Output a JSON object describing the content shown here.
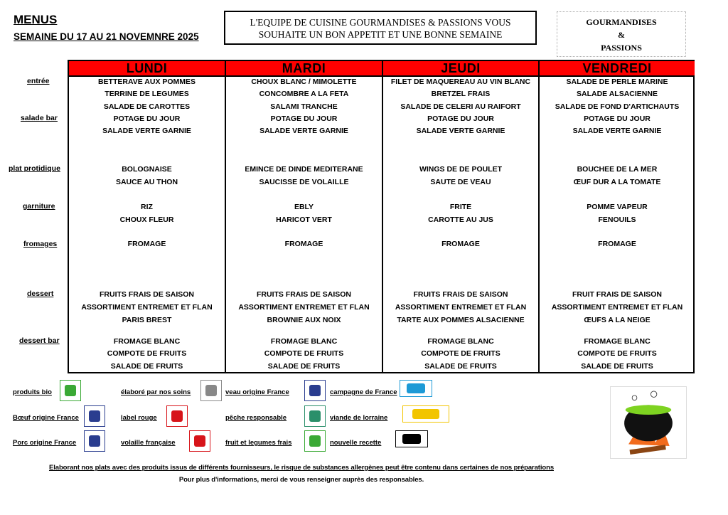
{
  "header": {
    "title": "MENUS",
    "week": "SEMAINE DU 17 AU 21 NOVEMNRE 2025",
    "banner_line1": "L'EQUIPE DE CUISINE GOURMANDISES & PASSIONS VOUS",
    "banner_line2": "SOUHAITE UN BON APPETIT ET UNE BONNE SEMAINE",
    "logo_line1": "GOURMANDISES",
    "logo_line2": "&",
    "logo_line3": "PASSIONS"
  },
  "row_labels": [
    "entrée",
    "salade bar",
    "plat protidique",
    "garniture",
    "fromages",
    "dessert",
    "dessert bar"
  ],
  "days": [
    {
      "name": "LUNDI",
      "items": [
        "BETTERAVE AUX POMMES",
        "TERRINE DE LEGUMES",
        "SALADE DE CAROTTES",
        "POTAGE DU JOUR",
        "SALADE VERTE GARNIE",
        "BOLOGNAISE",
        "SAUCE AU THON",
        "RIZ",
        "CHOUX FLEUR",
        "FROMAGE",
        "FRUITS FRAIS DE SAISON",
        "ASSORTIMENT ENTREMET ET FLAN",
        "PARIS BREST",
        "FROMAGE BLANC",
        "COMPOTE DE FRUITS",
        "SALADE DE FRUITS"
      ]
    },
    {
      "name": "MARDI",
      "items": [
        "CHOUX BLANC / MIMOLETTE",
        "CONCOMBRE A LA FETA",
        "SALAMI TRANCHE",
        "POTAGE DU JOUR",
        "SALADE VERTE GARNIE",
        "EMINCE DE DINDE MEDITERANE",
        "SAUCISSE DE VOLAILLE",
        "EBLY",
        "HARICOT VERT",
        "FROMAGE",
        "FRUITS FRAIS DE SAISON",
        "ASSORTIMENT ENTREMET ET FLAN",
        "BROWNIE AUX NOIX",
        "FROMAGE BLANC",
        "COMPOTE DE FRUITS",
        "SALADE DE FRUITS"
      ]
    },
    {
      "name": "JEUDI",
      "items": [
        "FILET DE MAQUEREAU AU VIN BLANC",
        "BRETZEL FRAIS",
        "SALADE DE CELERI AU RAIFORT",
        "POTAGE DU JOUR",
        "SALADE VERTE GARNIE",
        "WINGS DE DE POULET",
        "SAUTE DE VEAU",
        "FRITE",
        "CAROTTE AU JUS",
        "FROMAGE",
        "FRUITS FRAIS DE SAISON",
        "ASSORTIMENT ENTREMET ET FLAN",
        "TARTE AUX POMMES ALSACIENNE",
        "FROMAGE BLANC",
        "COMPOTE DE FRUITS",
        "SALADE DE FRUITS"
      ]
    },
    {
      "name": "VENDREDI",
      "items": [
        "SALADE DE PERLE MARINE",
        "SALADE ALSACIENNE",
        "SALADE DE FOND D'ARTICHAUTS",
        "POTAGE DU JOUR",
        "SALADE VERTE GARNIE",
        "BOUCHEE DE LA MER",
        "ŒUF DUR A LA TOMATE",
        "POMME VAPEUR",
        "FENOUILS",
        "FROMAGE",
        "FRUIT FRAIS DE SAISON",
        "ASSORTIMENT ENTREMET ET FLAN",
        "ŒUFS A LA NEIGE",
        "FROMAGE BLANC",
        "COMPOTE DE FRUITS",
        "SALADE DE FRUITS"
      ]
    }
  ],
  "legend": [
    {
      "label": "produits bio",
      "icon": "AB",
      "color": "#3aa935"
    },
    {
      "label": "Bœuf origine France",
      "icon": "VBF",
      "color": "#2a3d8f"
    },
    {
      "label": "Porc origine France",
      "icon": "LPF",
      "color": "#2a3d8f"
    },
    {
      "label": "élaboré par nos soins",
      "icon": "FAIT MAISON",
      "color": "#888888"
    },
    {
      "label": "label rouge",
      "icon": "R",
      "color": "#d7141a"
    },
    {
      "label": "volaille française",
      "icon": "VF",
      "color": "#d7141a"
    },
    {
      "label": "veau origine France",
      "icon": "VF",
      "color": "#2a3d8f"
    },
    {
      "label": "pêche responsable",
      "icon": "MSC",
      "color": "#2a8f6a"
    },
    {
      "label": "fruit et legumes frais",
      "icon": "MPP",
      "color": "#3aa935"
    },
    {
      "label": "campagne de France",
      "icon": "Campagne de France",
      "color": "#1e9ad6"
    },
    {
      "label": "viande de lorraine",
      "icon": "QUALITE",
      "color": "#f2c500"
    },
    {
      "label": "nouvelle recette",
      "icon": "NEW",
      "color": "#000000"
    }
  ],
  "footer": {
    "line1": "Elaborant nos plats avec des produits issus de différents fournisseurs, le risque de substances allergènes peut être contenu dans certaines de nos préparations",
    "line2": "Pour plus d'informations, merci de vous renseigner auprès des responsables."
  }
}
